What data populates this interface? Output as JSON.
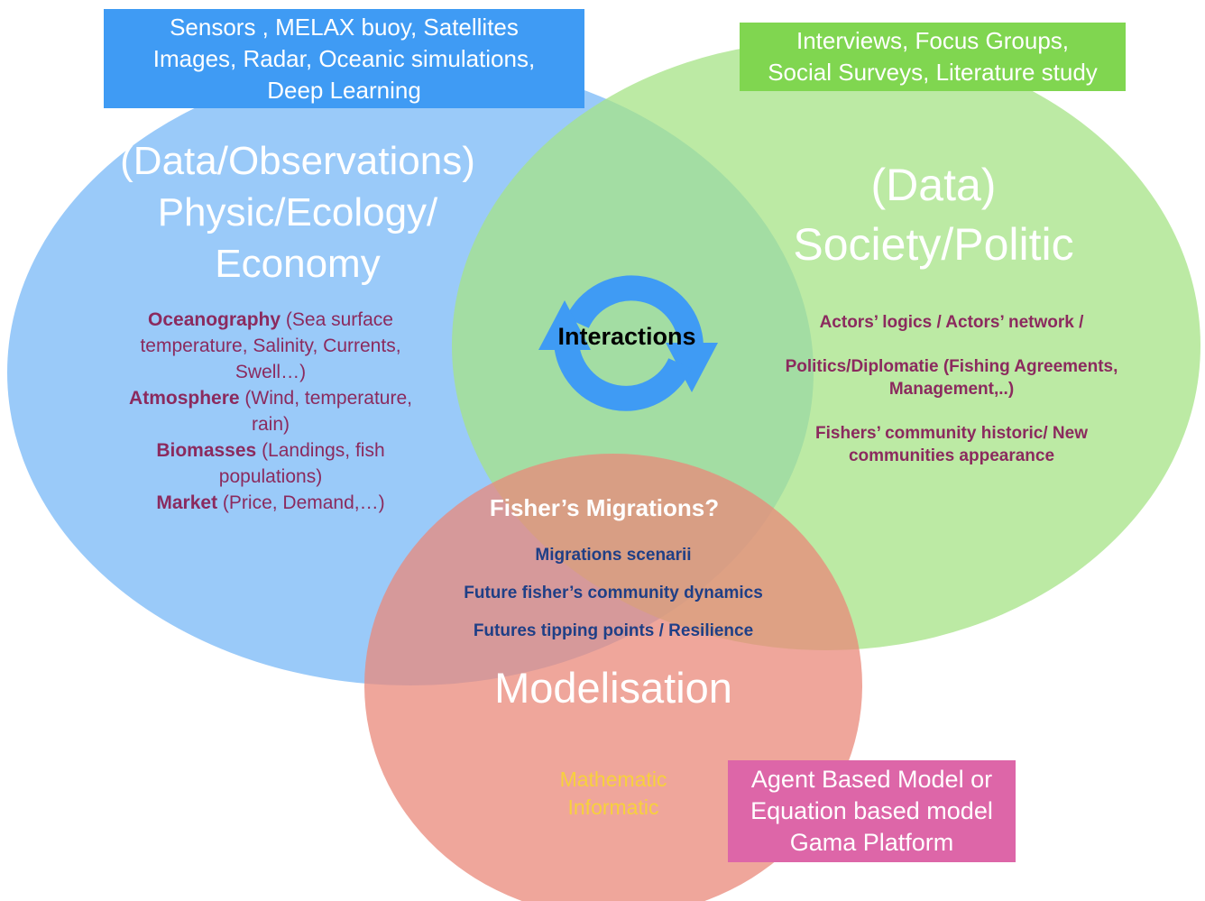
{
  "colors": {
    "physics_circle": "#78b8f7",
    "society_circle": "#a6e385",
    "model_circle": "#e9887a",
    "box_blue": "#3f9bf4",
    "box_green": "#80d650",
    "box_pink": "#dd66a8",
    "cycle_arrows": "#3f9bf4",
    "purple_text": "#8b2a5e",
    "navy_text": "#1f3f86",
    "yellow_text": "#f7d13c"
  },
  "sources_box": {
    "line1": "Sensors , MELAX buoy, Satellites",
    "line2": "Images, Radar, Oceanic simulations,",
    "line3": "Deep Learning"
  },
  "social_methods_box": {
    "line1": "Interviews, Focus Groups,",
    "line2": "Social Surveys, Literature study"
  },
  "model_tools_box": {
    "line1": "Agent Based Model or",
    "line2": "Equation based model",
    "line3": "Gama Platform"
  },
  "physics_set": {
    "title_line1": "(Data/Observations)",
    "title_line2": "Physic/Ecology/",
    "title_line3": "Economy",
    "items": [
      {
        "label": "Oceanography",
        "detail": " (Sea surface temperature, Salinity, Currents, Swell…)"
      },
      {
        "label": "Atmosphere",
        "detail": " (Wind, temperature, rain)"
      },
      {
        "label": "Biomasses",
        "detail": " (Landings, fish populations)"
      },
      {
        "label": "Market",
        "detail": " (Price, Demand,…)"
      }
    ]
  },
  "society_set": {
    "title_line1": "(Data)",
    "title_line2": "Society/Politic",
    "items": [
      "Actors’ logics / Actors’ network /",
      "Politics/Diplomatie (Fishing Agreements, Management,..)",
      "Fishers’ community historic/ New communities appearance"
    ]
  },
  "interactions_label": "Interactions",
  "center": {
    "question": "Fisher’s Migrations?",
    "items": [
      "Migrations scenarii",
      "Future fisher’s community dynamics",
      "Futures tipping points / Resilience"
    ]
  },
  "model_set": {
    "title": "Modelisation",
    "sub_line1": "Mathematic",
    "sub_line2": "Informatic"
  }
}
